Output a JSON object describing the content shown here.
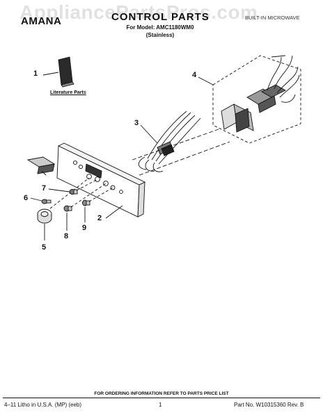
{
  "watermark": "AppliancePartsPros.com",
  "header": {
    "brand": "AMANA",
    "title": "CONTROL PARTS",
    "model_line": "For Model: AMC1180WM0",
    "finish_line": "(Stainless)",
    "category": "BUILT-IN MICROWAVE"
  },
  "literature_label": "Literature Parts",
  "callouts": [
    "1",
    "2",
    "3",
    "4",
    "5",
    "6",
    "7",
    "8",
    "9"
  ],
  "footer": {
    "note": "FOR ORDERING INFORMATION REFER TO PARTS PRICE LIST",
    "litho": "4–11 Litho in U.S.A. (MP) (eeb)",
    "page": "1",
    "part_no": "Part No. W10315360 Rev. B"
  }
}
